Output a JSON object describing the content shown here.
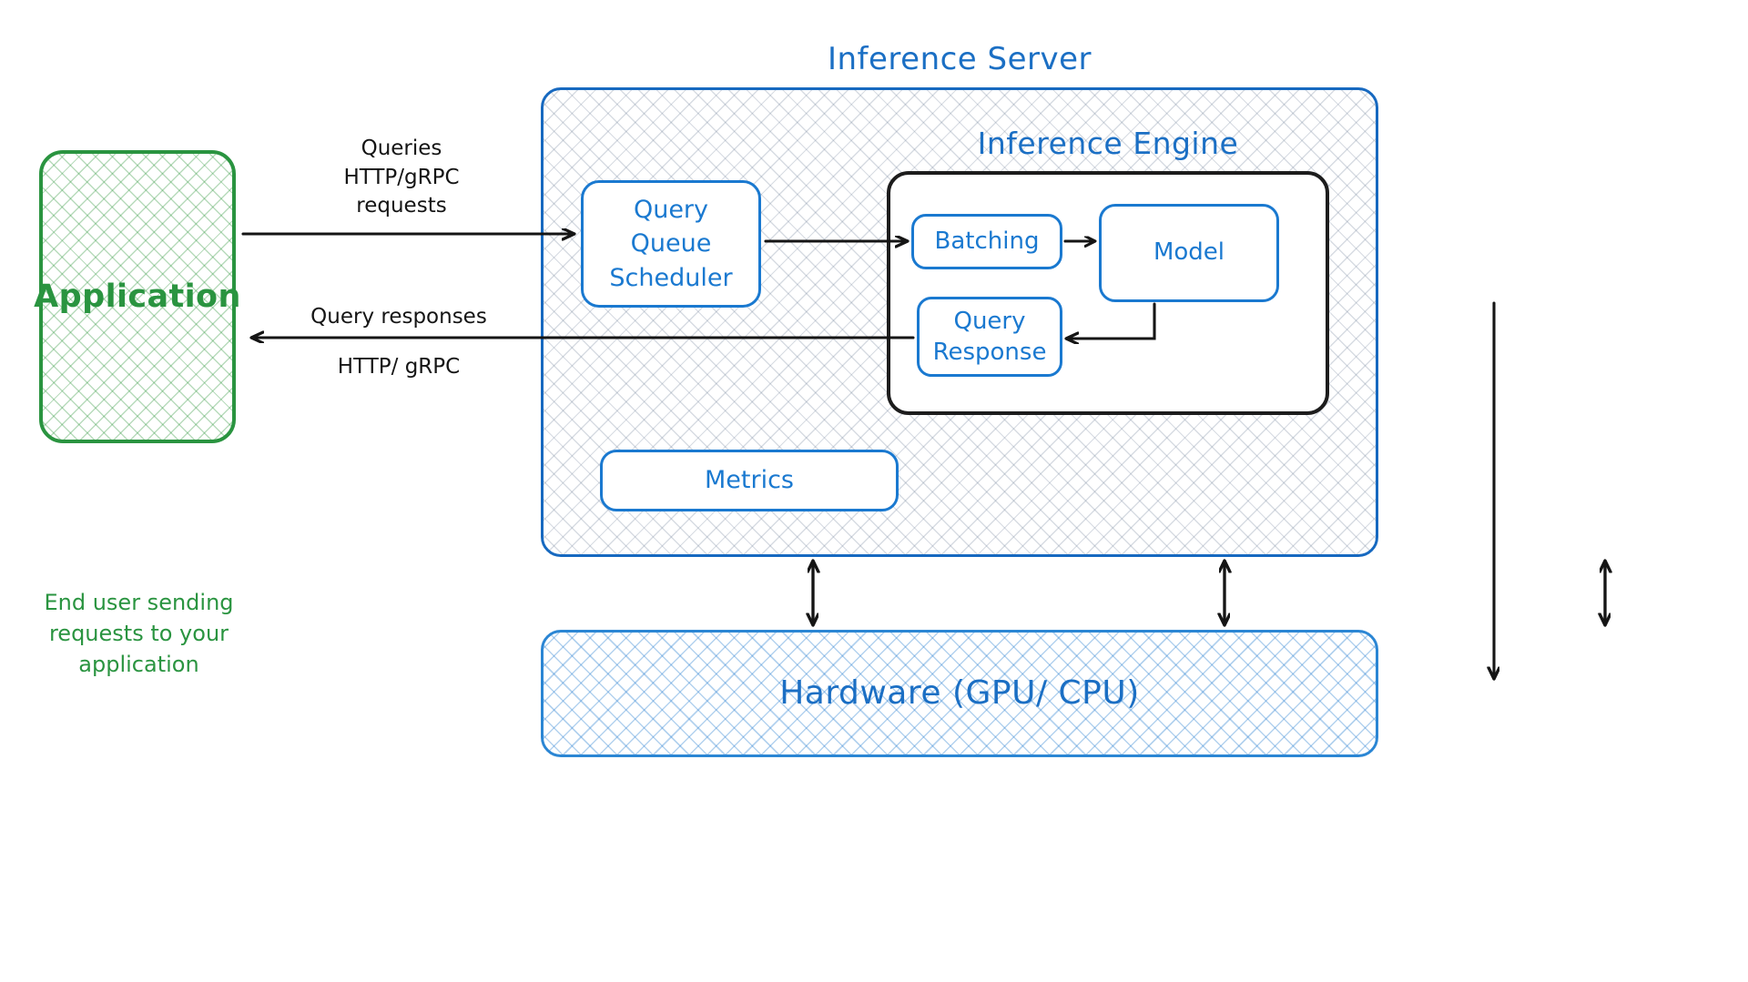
{
  "diagram": {
    "title_application": "Application",
    "application_caption": "End user sending\nrequests to your\napplication",
    "server_title": "Inference Server",
    "engine_title": "Inference Engine",
    "nodes": {
      "query_queue_scheduler": "Query\nQueue\nScheduler",
      "batching": "Batching",
      "model": "Model",
      "query_response": "Query\nResponse",
      "metrics": "Metrics",
      "hardware": "Hardware (GPU/ CPU)"
    },
    "edges": {
      "queries_label": "Queries\nHTTP/gRPC\nrequests",
      "query_responses_label": "Query responses",
      "query_responses_protocol": "HTTP/ gRPC"
    },
    "colors": {
      "green": "#2a9440",
      "blue": "#1a79d0",
      "blue_title": "#1b6fc4",
      "black": "#151515",
      "white": "#ffffff"
    }
  }
}
